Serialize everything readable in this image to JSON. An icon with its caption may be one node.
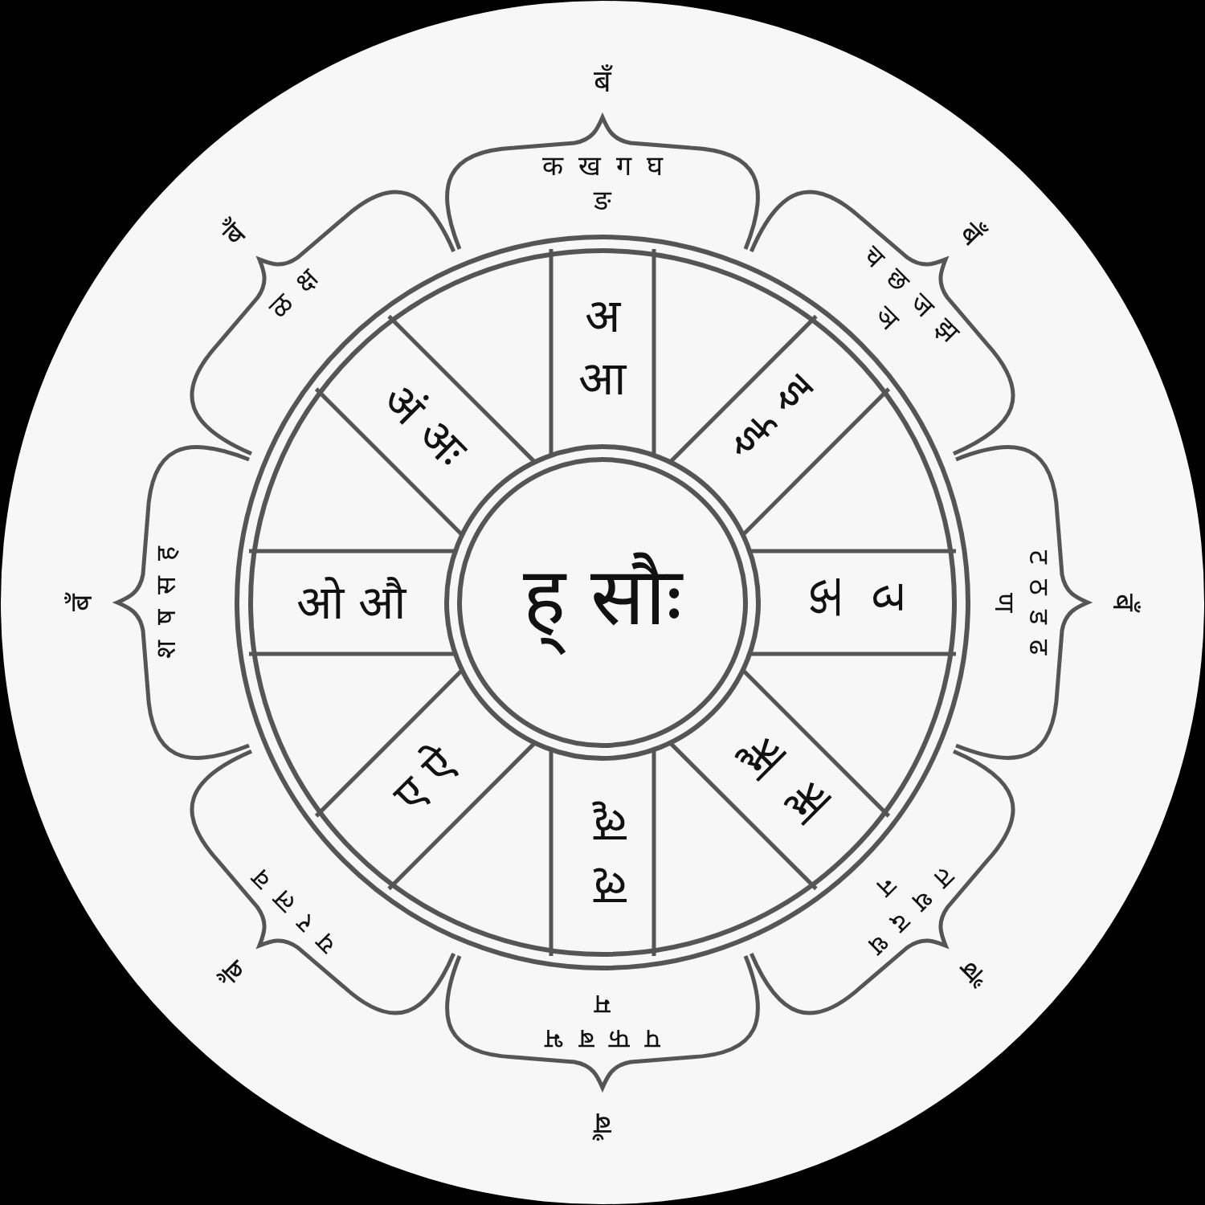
{
  "diagram": {
    "nodes": [
      {
        "text": [
          "बँ",
          "क ख ग घ ङ"
        ]
      },
      {
        "text": [
          "बँ",
          "च छ ज झ ञ"
        ]
      },
      {
        "text": [
          "बँ",
          "ट ठ ड ढ ण"
        ]
      },
      {
        "text": [
          "बँ",
          "त थ द ध न"
        ]
      },
      {
        "text": [
          "बँ",
          "प फ ब भ म"
        ]
      },
      {
        "text": [
          "बँ",
          "य र ल व"
        ]
      },
      {
        "text": [
          "बँ",
          "श ष स ह"
        ]
      },
      {
        "text": [
          "बँ",
          "ळ क्ष"
        ]
      },
      {
        "text": [
          "अ आ"
        ]
      },
      {
        "text": [
          "इ ई"
        ]
      },
      {
        "text": [
          "उ ऊ"
        ]
      },
      {
        "text": [
          "ऋ ॠ"
        ]
      },
      {
        "text": [
          "ऌ ॡ"
        ]
      },
      {
        "text": [
          "ए ऐ"
        ]
      },
      {
        "text": [
          "ओ औ"
        ]
      },
      {
        "text": [
          "अं अः"
        ]
      },
      {
        "text": [
          "ह् सौः"
        ]
      }
    ]
  }
}
